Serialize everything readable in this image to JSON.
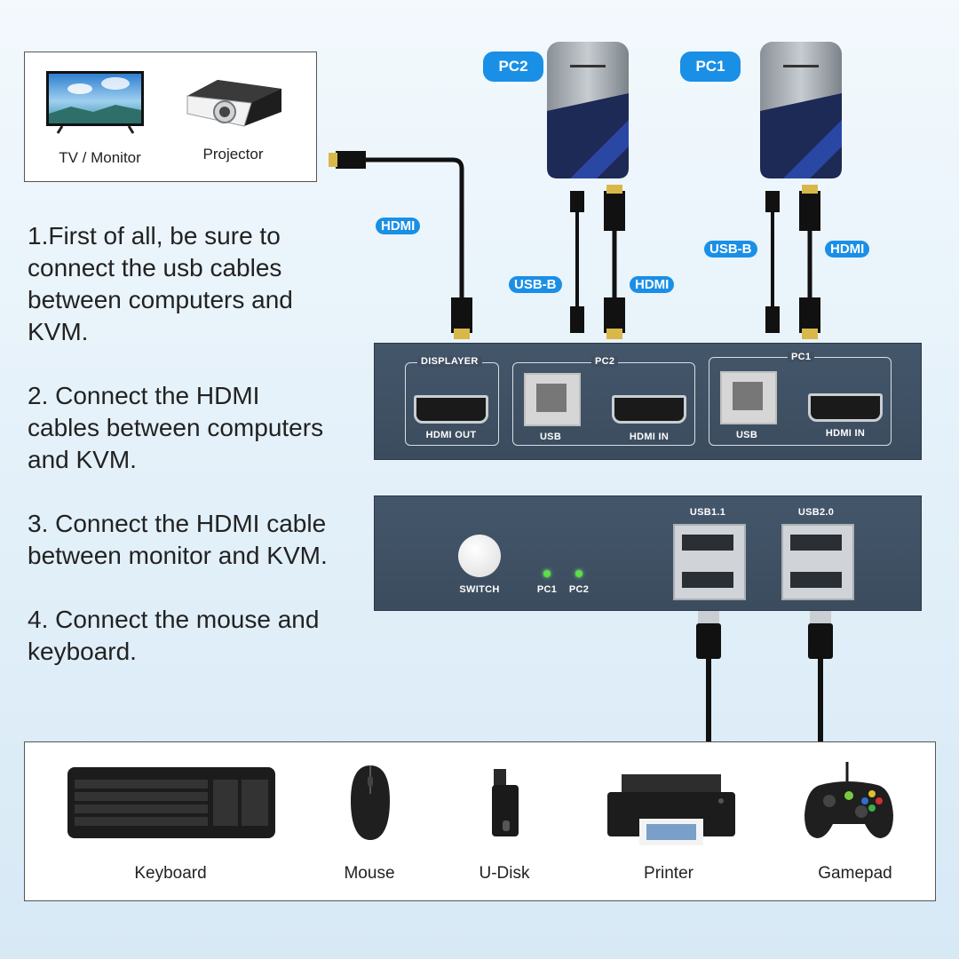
{
  "display_devices": {
    "tv_label": "TV / Monitor",
    "projector_label": "Projector"
  },
  "steps": [
    "1.First of all, be sure to connect the usb cables between computers and KVM.",
    "2. Connect the HDMI cables between computers and KVM.",
    "3. Connect the HDMI cable between monitor and KVM.",
    "4. Connect the mouse and keyboard."
  ],
  "computers": {
    "pc2_label": "PC2",
    "pc1_label": "PC1"
  },
  "cable_tags": {
    "hdmi_display": "HDMI",
    "usbb_pc2": "USB-B",
    "hdmi_pc2": "HDMI",
    "usbb_pc1": "USB-B",
    "hdmi_pc1": "HDMI"
  },
  "kvm_back": {
    "displayer_label": "DISPLAYER",
    "hdmi_out_label": "HDMI OUT",
    "pc2_label": "PC2",
    "pc2_usb_label": "USB",
    "pc2_hdmi_in_label": "HDMI IN",
    "pc1_label": "PC1",
    "pc1_usb_label": "USB",
    "pc1_hdmi_in_label": "HDMI IN"
  },
  "kvm_front": {
    "switch_label": "SWITCH",
    "led_pc1_label": "PC1",
    "led_pc2_label": "PC2",
    "usb11_label": "USB1.1",
    "usb20_label": "USB2.0"
  },
  "peripherals": [
    "Keyboard",
    "Mouse",
    "U-Disk",
    "Printer",
    "Gamepad"
  ],
  "colors": {
    "tag_blue": "#1a8fe6",
    "kvm_body": "#3f5063",
    "led_green": "#5be04b"
  }
}
